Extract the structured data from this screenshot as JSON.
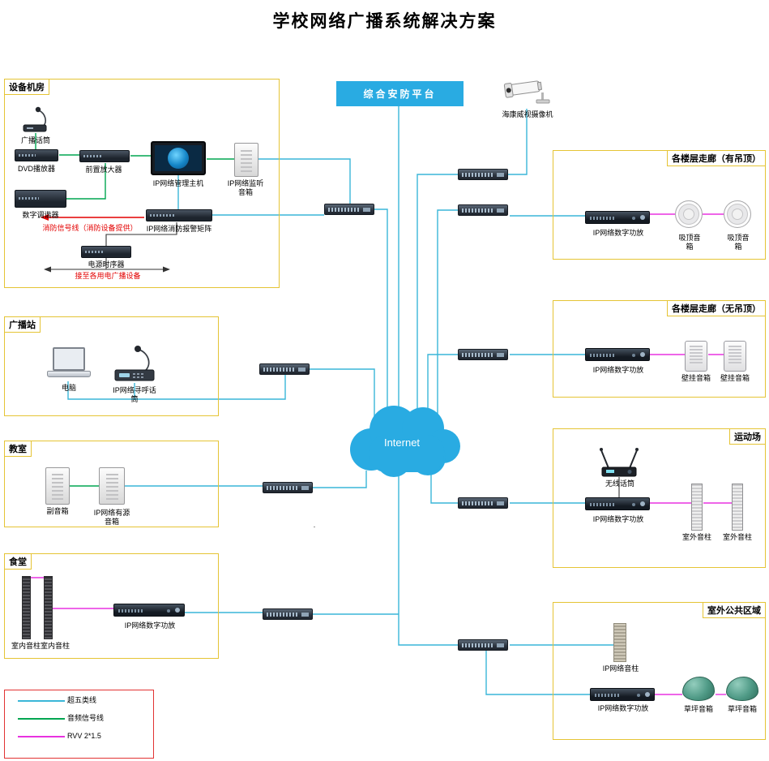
{
  "title": "学校网络广播系统解决方案",
  "platform": {
    "label": "综合安防平台"
  },
  "camera": {
    "label": "海康威视摄像机"
  },
  "cloud": {
    "label": "Internet"
  },
  "stray_dot": ".",
  "equipment_room": {
    "title": "设备机房",
    "mic_label": "广播话筒",
    "dvd_label": "DVD播放器",
    "preamp_label": "前置放大器",
    "host_label": "IP网络管理主机",
    "monitor_speaker_label": "IP网络监听音箱",
    "tuner_label": "数字调谐器",
    "fire_matrix_label": "IP网络消防报警矩阵",
    "power_seq_label": "电源时序器",
    "fire_note": "消防信号线（消防设备提供）",
    "power_note": "接至各用电广播设备"
  },
  "broadcast_station": {
    "title": "广播站",
    "pc_label": "电脑",
    "paging_mic_label": "IP网络寻呼话筒"
  },
  "classroom": {
    "title": "教室",
    "sub_speaker_label": "副音箱",
    "active_speaker_label": "IP网络有源音箱"
  },
  "cafeteria": {
    "title": "食堂",
    "column1_label": "室内音柱",
    "column2_label": "室内音柱",
    "amp_label": "IP网络数字功放"
  },
  "corridor_ceiling": {
    "title": "各楼层走廊（有吊顶）",
    "amp_label": "IP网络数字功放",
    "speaker1_label": "吸顶音箱",
    "speaker2_label": "吸顶音箱"
  },
  "corridor_open": {
    "title": "各楼层走廊（无吊顶）",
    "amp_label": "IP网络数字功放",
    "speaker1_label": "壁挂音箱",
    "speaker2_label": "壁挂音箱"
  },
  "sports_field": {
    "title": "运动场",
    "wireless_mic_label": "无线话筒",
    "amp_label": "IP网络数字功放",
    "column1_label": "室外音柱",
    "column2_label": "室外音柱"
  },
  "outdoor_area": {
    "title": "室外公共区域",
    "ip_column_label": "IP网络音柱",
    "amp_label": "IP网络数字功放",
    "lawn1_label": "草坪音箱",
    "lawn2_label": "草坪音箱"
  },
  "legend": {
    "cat5": {
      "label": "超五类线",
      "color": "#3ab6d8"
    },
    "audio": {
      "label": "音频信号线",
      "color": "#00a651"
    },
    "rvv": {
      "label": "RVV 2*1.5",
      "color": "#e832e0"
    }
  },
  "colors": {
    "network_line": "#3ab6d8",
    "audio_line": "#00a651",
    "rvv_line": "#e832e0",
    "fire_line": "#e30000",
    "zone_border": "#e5c435",
    "legend_border": "#e23333",
    "platform": "#29abe2",
    "cloud": "#29abe2"
  }
}
